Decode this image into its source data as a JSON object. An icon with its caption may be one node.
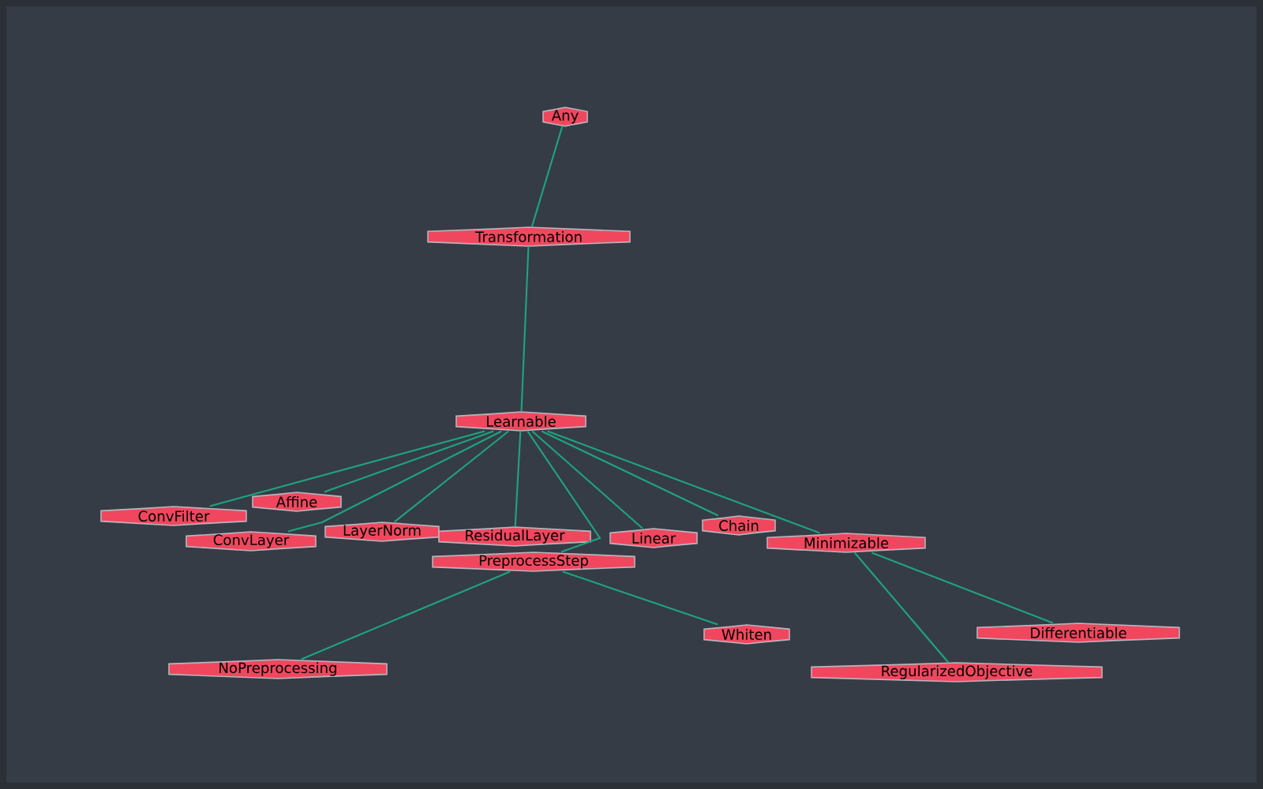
{
  "diagram": {
    "nodes": [
      {
        "text": [
          "Any"
        ]
      },
      {
        "text": [
          "Transformation"
        ]
      },
      {
        "text": [
          "Learnable"
        ]
      },
      {
        "text": [
          "ConvFilter"
        ]
      },
      {
        "text": [
          "Affine"
        ]
      },
      {
        "text": [
          "ConvLayer"
        ]
      },
      {
        "text": [
          "LayerNorm"
        ]
      },
      {
        "text": [
          "ResidualLayer"
        ]
      },
      {
        "text": [
          "PreprocessStep"
        ]
      },
      {
        "text": [
          "Linear"
        ]
      },
      {
        "text": [
          "Chain"
        ]
      },
      {
        "text": [
          "Minimizable"
        ]
      },
      {
        "text": [
          "NoPreprocessing"
        ]
      },
      {
        "text": [
          "Whiten"
        ]
      },
      {
        "text": [
          "RegularizedObjective"
        ]
      },
      {
        "text": [
          "Differentiable"
        ]
      }
    ],
    "edges": [
      {
        "from": 0,
        "to": 1,
        "arrow": "none"
      },
      {
        "from": 1,
        "to": 2,
        "arrow": "none"
      },
      {
        "from": 2,
        "to": 3,
        "arrow": "none"
      },
      {
        "from": 2,
        "to": 4,
        "arrow": "none"
      },
      {
        "from": 2,
        "to": 5,
        "arrow": "none"
      },
      {
        "from": 2,
        "to": 6,
        "arrow": "none"
      },
      {
        "from": 2,
        "to": 7,
        "arrow": "none"
      },
      {
        "from": 2,
        "to": 8,
        "arrow": "none"
      },
      {
        "from": 2,
        "to": 9,
        "arrow": "none"
      },
      {
        "from": 2,
        "to": 10,
        "arrow": "none"
      },
      {
        "from": 2,
        "to": 11,
        "arrow": "none"
      },
      {
        "from": 8,
        "to": 12,
        "arrow": "none"
      },
      {
        "from": 8,
        "to": 13,
        "arrow": "none"
      },
      {
        "from": 11,
        "to": 14,
        "arrow": "none"
      },
      {
        "from": 11,
        "to": 15,
        "arrow": "none"
      }
    ]
  }
}
